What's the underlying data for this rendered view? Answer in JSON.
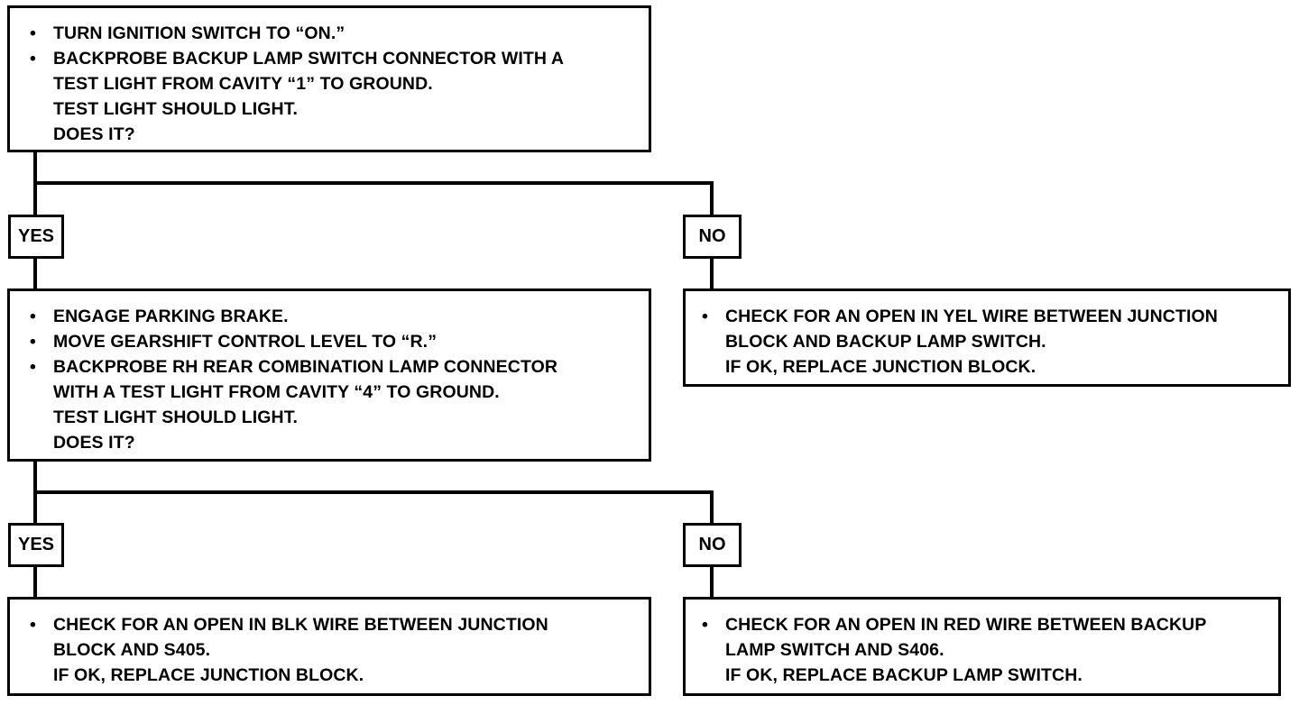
{
  "flowchart": {
    "step1": {
      "bullets": [
        "TURN IGNITION SWITCH TO “ON.”",
        "BACKPROBE BACKUP LAMP SWITCH CONNECTOR WITH A\nTEST LIGHT FROM CAVITY “1” TO GROUND.\nTEST LIGHT SHOULD LIGHT.\nDOES IT?"
      ]
    },
    "step2": {
      "bullets": [
        "ENGAGE PARKING BRAKE.",
        "MOVE GEARSHIFT CONTROL LEVEL TO “R.”",
        "BACKPROBE RH REAR COMBINATION LAMP CONNECTOR\nWITH A TEST LIGHT FROM CAVITY “4” TO GROUND.\nTEST LIGHT SHOULD LIGHT.\nDOES IT?"
      ]
    },
    "no1_action": {
      "bullets": [
        "CHECK FOR AN OPEN IN YEL WIRE BETWEEN JUNCTION\nBLOCK AND BACKUP LAMP SWITCH.\nIF OK, REPLACE JUNCTION BLOCK."
      ]
    },
    "yes2_action": {
      "bullets": [
        "CHECK FOR AN OPEN IN BLK WIRE BETWEEN JUNCTION\nBLOCK AND S405.\nIF OK, REPLACE JUNCTION BLOCK."
      ]
    },
    "no2_action": {
      "bullets": [
        "CHECK FOR AN OPEN IN RED WIRE BETWEEN BACKUP\nLAMP SWITCH AND S406.\nIF OK, REPLACE BACKUP LAMP SWITCH."
      ]
    },
    "labels": {
      "yes": "YES",
      "no": "NO"
    }
  }
}
